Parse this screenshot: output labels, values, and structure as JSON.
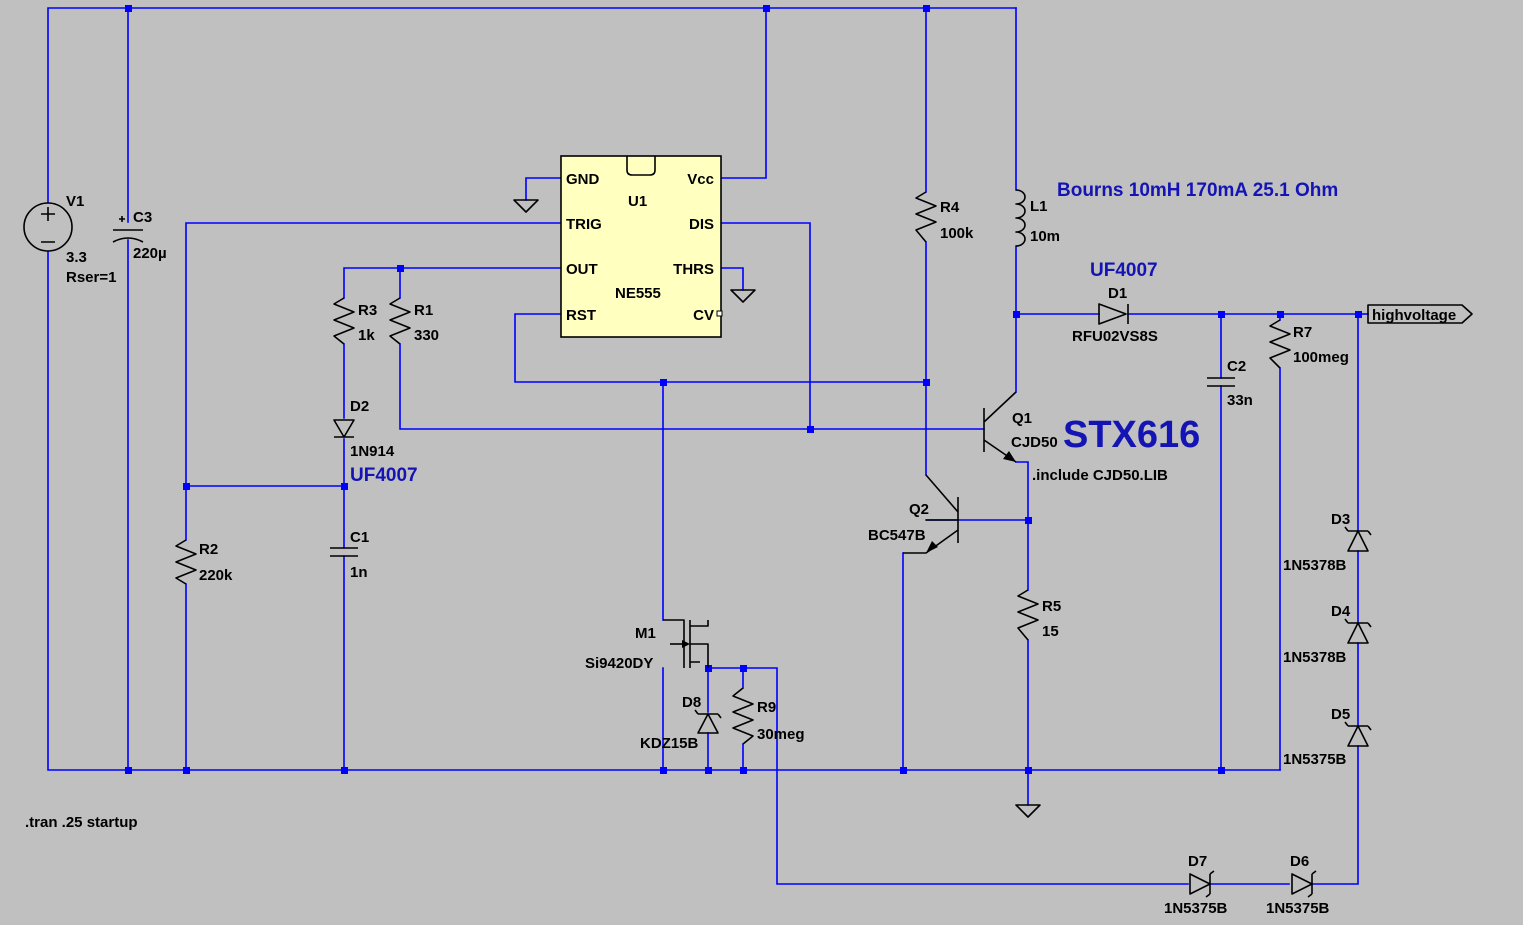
{
  "components": {
    "v1": {
      "ref": "V1",
      "value": "3.3",
      "extra": "Rser=1"
    },
    "c3": {
      "ref": "C3",
      "value": "220µ"
    },
    "r2": {
      "ref": "R2",
      "value": "220k"
    },
    "r3": {
      "ref": "R3",
      "value": "1k"
    },
    "r1": {
      "ref": "R1",
      "value": "330"
    },
    "d2": {
      "ref": "D2",
      "value": "1N914"
    },
    "c1": {
      "ref": "C1",
      "value": "1n"
    },
    "u1": {
      "ref": "U1",
      "value": "NE555",
      "pins": {
        "gnd": "GND",
        "trig": "TRIG",
        "out": "OUT",
        "rst": "RST",
        "vcc": "Vcc",
        "dis": "DIS",
        "thrs": "THRS",
        "cv": "CV"
      }
    },
    "r4": {
      "ref": "R4",
      "value": "100k"
    },
    "l1": {
      "ref": "L1",
      "value": "10m"
    },
    "d1": {
      "ref": "D1",
      "value": "RFU02VS8S"
    },
    "c2": {
      "ref": "C2",
      "value": "33n"
    },
    "r7": {
      "ref": "R7",
      "value": "100meg"
    },
    "q1": {
      "ref": "Q1",
      "value": "CJD50"
    },
    "q2": {
      "ref": "Q2",
      "value": "BC547B"
    },
    "r5": {
      "ref": "R5",
      "value": "15"
    },
    "m1": {
      "ref": "M1",
      "value": "Si9420DY"
    },
    "d8": {
      "ref": "D8",
      "value": "KDZ15B"
    },
    "r9": {
      "ref": "R9",
      "value": "30meg"
    },
    "d3": {
      "ref": "D3",
      "value": "1N5378B"
    },
    "d4": {
      "ref": "D4",
      "value": "1N5378B"
    },
    "d5": {
      "ref": "D5",
      "value": "1N5375B"
    },
    "d6": {
      "ref": "D6",
      "value": "1N5375B"
    },
    "d7": {
      "ref": "D7",
      "value": "1N5375B"
    }
  },
  "annotations": {
    "inductor_note": "Bourns 10mH 170mA 25.1 Ohm",
    "d1_note": "UF4007",
    "d2_note": "UF4007",
    "q1_note": "STX616",
    "include_directive": ".include CJD50.LIB",
    "tran_directive": ".tran .25 startup"
  },
  "net_labels": {
    "highvoltage": "highvoltage"
  },
  "colors": {
    "background": "#c0c0c0",
    "wire": "#0000ff",
    "component": "#000000",
    "ic_fill": "#ffffc0",
    "annotation": "#1414b4"
  }
}
